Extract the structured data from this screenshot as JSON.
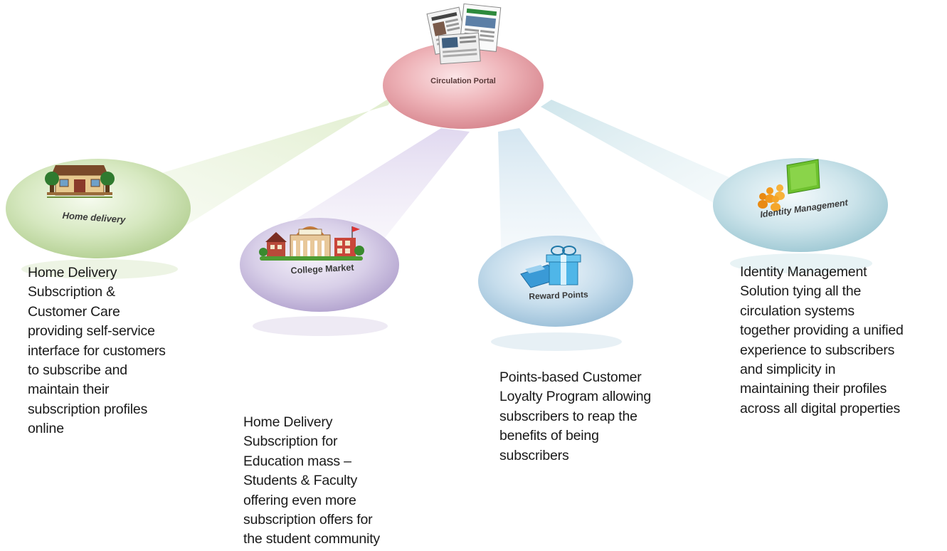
{
  "hub": {
    "label": "Circulation Portal",
    "icon": "newspapers-icon",
    "color": "#e8a5ab"
  },
  "nodes": [
    {
      "id": "home-delivery",
      "label": "Home delivery",
      "icon": "house-icon",
      "color": "#cfe2b6",
      "description": [
        "Home Delivery",
        "Subscription &",
        "Customer Care",
        "providing self-service",
        "interface for customers",
        "to subscribe and",
        "maintain their",
        "subscription profiles",
        "online"
      ]
    },
    {
      "id": "college-market",
      "label": "College Market",
      "icon": "college-icon",
      "color": "#d3c8e4",
      "description": [
        "Home Delivery",
        "Subscription for",
        "Education mass –",
        "Students & Faculty",
        "offering even more",
        "subscription offers for",
        "the student community"
      ]
    },
    {
      "id": "reward-points",
      "label": "Reward Points",
      "icon": "gift-icon",
      "color": "#bcd6e9",
      "description": [
        "Points-based Customer",
        "Loyalty Program allowing",
        "subscribers to reap the",
        "benefits of being",
        "subscribers"
      ]
    },
    {
      "id": "identity-management",
      "label": "Identity Management",
      "icon": "people-screen-icon",
      "color": "#c4dfe6",
      "description": [
        "Identity Management",
        "Solution tying all the",
        "circulation systems",
        "together providing a unified",
        "experience to subscribers",
        "and simplicity in",
        "maintaining their profiles",
        "across all digital properties"
      ]
    }
  ]
}
